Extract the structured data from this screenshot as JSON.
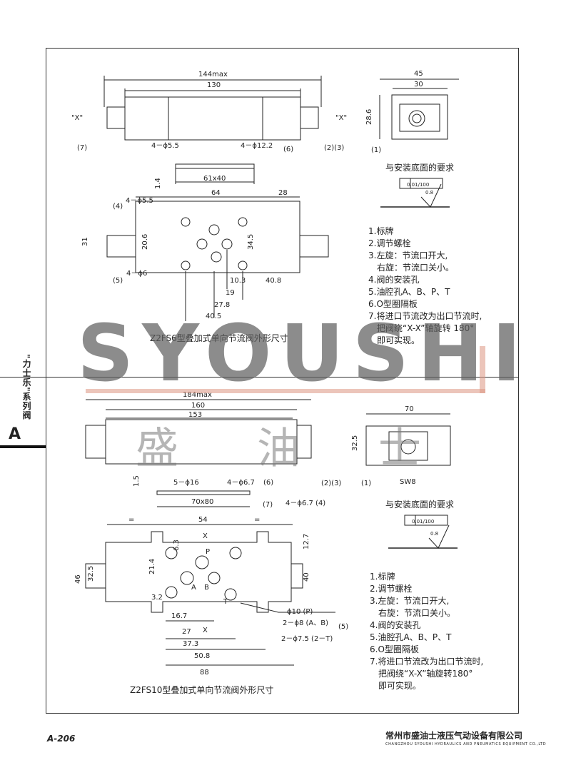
{
  "side": {
    "letter": "A",
    "series": "\"力士乐\"系列阀"
  },
  "watermark": {
    "text": "SYOUSHI",
    "cn": [
      "盛",
      "油",
      "士"
    ]
  },
  "top": {
    "caption": "Z2FS6型叠加式单向节流阀外形尺寸",
    "dims": {
      "overall": "144max",
      "body": "130",
      "x_left": "\"X\"",
      "x_right": "\"X\"",
      "ref7": "(7)",
      "ref23": "(2)(3)",
      "holes_small": "4－ϕ5.5",
      "holes_large": "4－ϕ12.2",
      "ref6": "(6)",
      "plate": "61x40",
      "plate_h": "1.4",
      "end_w": "45",
      "end_w2": "30",
      "end_h": "28.6",
      "ref1": "(1)",
      "plan_64": "64",
      "plan_28": "28",
      "plan_31": "31",
      "plan_206": "20.6",
      "plan_345": "34.5",
      "ref4": "(4)",
      "ref5": "(5)",
      "h_55": "4－ϕ5.5",
      "h_6": "4－ϕ6",
      "d103": "10.3",
      "d19": "19",
      "d278": "27.8",
      "d405": "40.5",
      "d408": "40.8"
    },
    "mount": {
      "title": "与安装底面的要求",
      "flatness": "0.01/100",
      "rough": "0.8"
    },
    "legend": [
      "1.标牌",
      "2.调节螺栓",
      "3.左旋：节流口开大,",
      "　右旋：节流口关小。",
      "4.阀的安装孔",
      "5.油腔孔A、B、P、T",
      "6.O型圈隔板",
      "7.将进口节流改为出口节流时,",
      "　把阀绕“X-X”轴旋转 180°",
      "　即可实现。"
    ]
  },
  "bottom": {
    "caption": "Z2FS10型叠加式单向节流阀外形尺寸",
    "dims": {
      "overall": "184max",
      "d160": "160",
      "d153": "153",
      "end_w": "70",
      "end_h": "32.5",
      "ref1": "(1)",
      "sw": "SW8",
      "ref23": "(2)(3)",
      "holes16": "5－ϕ16",
      "holes67": "4－ϕ6.7",
      "ref6": "(6)",
      "plate": "70x80",
      "plate_h": "1.5",
      "ref7": "(7)",
      "h67_4": "4－ϕ6.7 (4)",
      "d54": "54",
      "d63": "6.3",
      "d127": "12.7",
      "d46": "46",
      "d325": "32.5",
      "d214": "21.4",
      "d40": "40",
      "d32": "3.2",
      "d167": "16.7",
      "d27": "27",
      "d373": "37.3",
      "d508": "50.8",
      "d88": "88",
      "eq": "=",
      "p10": "ϕ10 (P)",
      "p8": "2－ϕ8 (A、B)",
      "p75": "2－ϕ7.5 (2－T)",
      "ref5": "(5)",
      "x": "X",
      "P": "P",
      "A": "A",
      "B": "B",
      "T": "T"
    },
    "mount": {
      "title": "与安装底面的要求",
      "flatness": "0.01/100",
      "rough": "0.8"
    },
    "legend": [
      "1.标牌",
      "2.调节螺栓",
      "3.左旋：节流口开大,",
      "　右旋：节流口关小。",
      "4.阀的安装孔",
      "5.油腔孔A、B、P、T",
      "6.O型圈隔板",
      "7.将进口节流改为出口节流时,",
      "　把阀绕“X-X”轴旋转180°",
      "　即可实现。"
    ]
  },
  "footer": {
    "page": "A-206",
    "company": "常州市盛油士液压气动设备有限公司",
    "company_en": "CHANGZHOU SYOUSHI HYDRAULICS AND PNEUMATICS EQUIPMENT CO.,LTD"
  }
}
